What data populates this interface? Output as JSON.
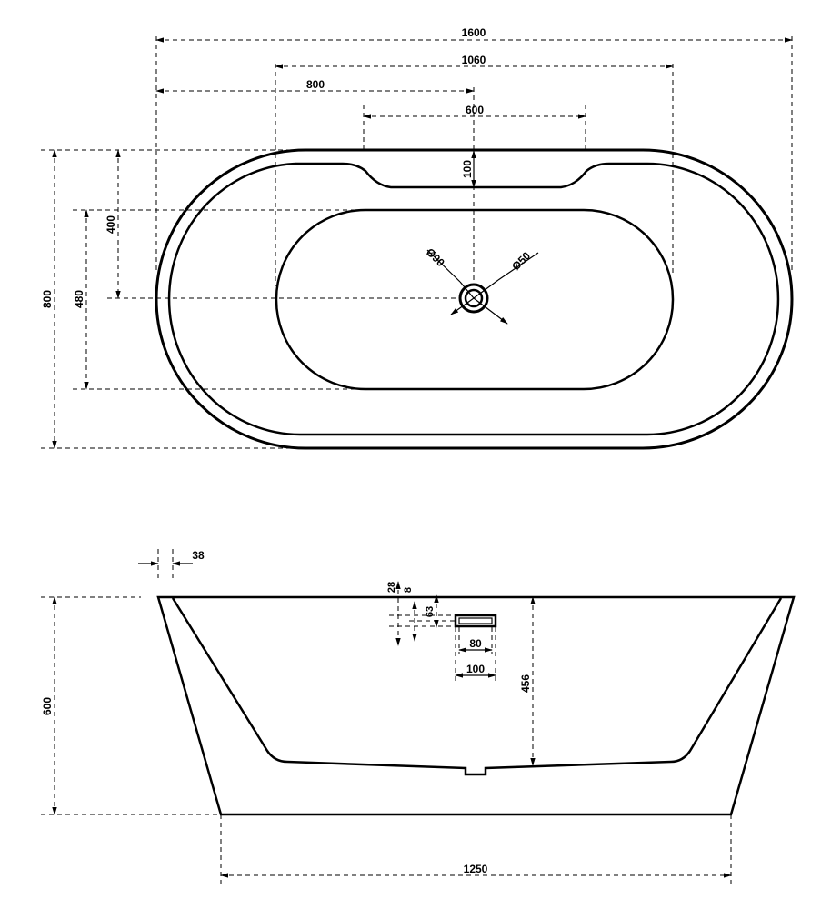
{
  "top_view": {
    "dims": {
      "overall_length": "1600",
      "inner_length": "1060",
      "half_length": "800",
      "headrest_width": "600",
      "headrest_depth": "100",
      "drain_outer": "Ø90",
      "drain_inner": "Ø50",
      "half_width": "400",
      "inner_width": "480",
      "overall_width": "800"
    }
  },
  "side_view": {
    "dims": {
      "rim_thickness": "38",
      "overflow_top": "28",
      "overflow_gap": "8",
      "overflow_height": "63",
      "overflow_slot_width": "80",
      "overflow_plate_width": "100",
      "inner_depth": "456",
      "overall_height": "600",
      "base_length": "1250"
    }
  }
}
